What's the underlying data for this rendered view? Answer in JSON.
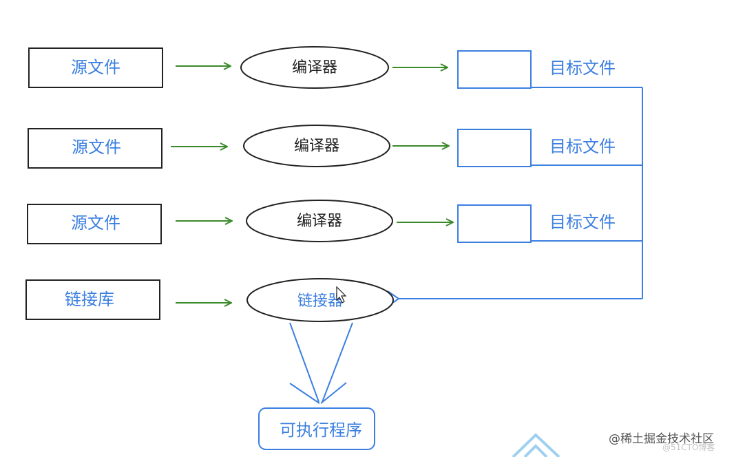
{
  "sources": [
    "源文件",
    "源文件",
    "源文件"
  ],
  "library": "链接库",
  "compilers": [
    "编译器",
    "编译器",
    "编译器"
  ],
  "objects": [
    "目标文件",
    "目标文件",
    "目标文件"
  ],
  "linker": "链接器",
  "output": "可执行程序",
  "watermark": {
    "site": "@稀土掘金技术社区",
    "blog": "@51CTO博客"
  },
  "colors": {
    "black": "#222222",
    "blue": "#3b7fe0",
    "green": "#3a8a2a",
    "text_black_box": "#3b7fe0"
  }
}
